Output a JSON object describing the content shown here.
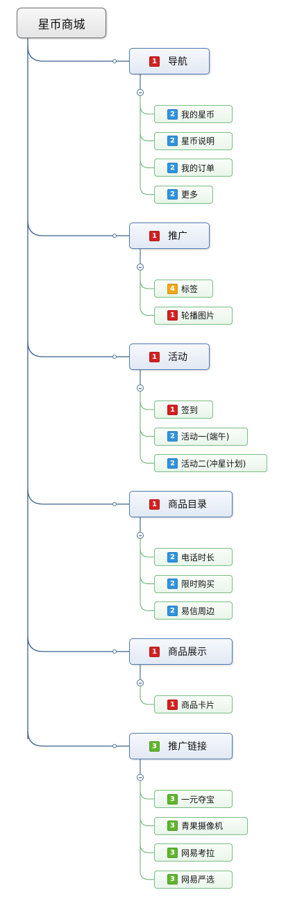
{
  "root": {
    "label": "星币商城"
  },
  "priority_colors": {
    "1": "#d42020",
    "2": "#2f93e0",
    "3": "#5fb52c",
    "4": "#f0a818"
  },
  "branches": [
    {
      "label": "导航",
      "priority": "1",
      "children": [
        {
          "label": "我的星币",
          "priority": "2"
        },
        {
          "label": "星币说明",
          "priority": "2"
        },
        {
          "label": "我的订单",
          "priority": "2"
        },
        {
          "label": "更多",
          "priority": "2"
        }
      ]
    },
    {
      "label": "推广",
      "priority": "1",
      "children": [
        {
          "label": "标签",
          "priority": "4"
        },
        {
          "label": "轮播图片",
          "priority": "1"
        }
      ]
    },
    {
      "label": "活动",
      "priority": "1",
      "children": [
        {
          "label": "签到",
          "priority": "1"
        },
        {
          "label": "活动一(端午)",
          "priority": "2"
        },
        {
          "label": "活动二(冲星计划)",
          "priority": "2"
        }
      ]
    },
    {
      "label": "商品目录",
      "priority": "1",
      "children": [
        {
          "label": "电话时长",
          "priority": "2"
        },
        {
          "label": "限时购买",
          "priority": "2"
        },
        {
          "label": "易信周边",
          "priority": "2"
        }
      ]
    },
    {
      "label": "商品展示",
      "priority": "1",
      "children": [
        {
          "label": "商品卡片",
          "priority": "1"
        }
      ]
    },
    {
      "label": "推广链接",
      "priority": "3",
      "children": [
        {
          "label": "一元夺宝",
          "priority": "3"
        },
        {
          "label": "青果摄像机",
          "priority": "3"
        },
        {
          "label": "网易考拉",
          "priority": "3"
        },
        {
          "label": "网易严选",
          "priority": "3"
        }
      ]
    }
  ]
}
